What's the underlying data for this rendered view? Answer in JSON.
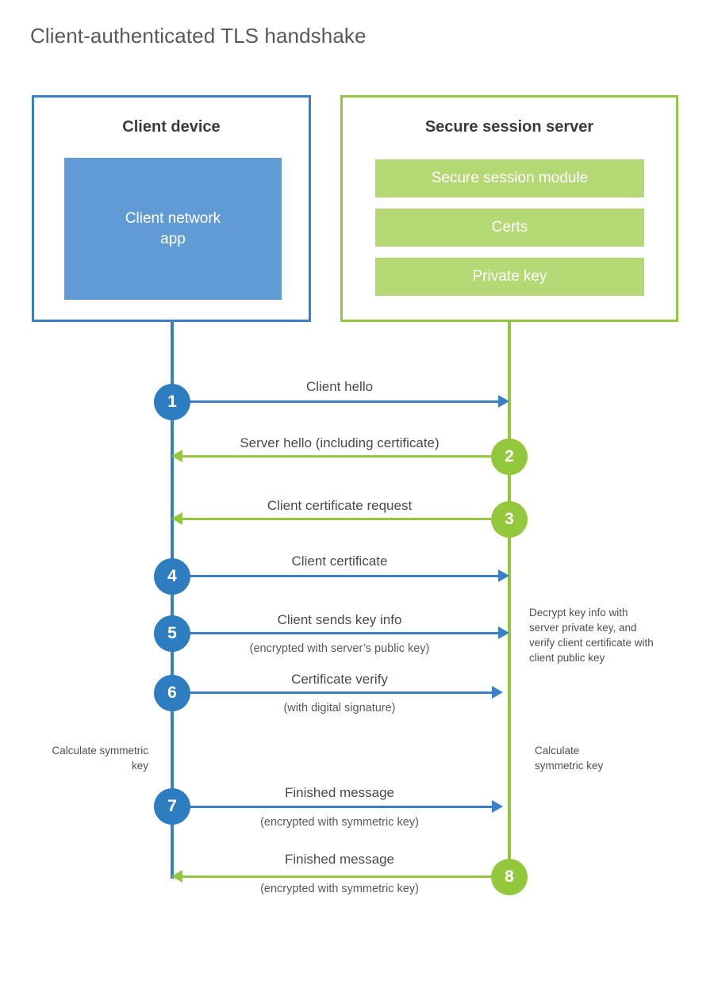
{
  "title": "Client-authenticated TLS handshake",
  "colors": {
    "client_blue": "#3b7fc4",
    "client_circle_blue": "#2e7dc0",
    "client_app_fill": "#619bd5",
    "server_green": "#93c83d",
    "server_block_fill": "#b4d873",
    "text_gray": "#4a4a4a",
    "title_gray": "#595959"
  },
  "client": {
    "title": "Client device",
    "app_label": "Client network\napp"
  },
  "server": {
    "title": "Secure session server",
    "blocks": [
      {
        "label": "Secure session module"
      },
      {
        "label": "Certs"
      },
      {
        "label": "Private key"
      }
    ]
  },
  "steps": [
    {
      "number": "1",
      "side": "client",
      "direction": "to-server",
      "label": "Client hello",
      "sublabel": ""
    },
    {
      "number": "2",
      "side": "server",
      "direction": "to-client",
      "label": "Server hello (including certificate)",
      "sublabel": ""
    },
    {
      "number": "3",
      "side": "server",
      "direction": "to-client",
      "label": "Client certificate request",
      "sublabel": ""
    },
    {
      "number": "4",
      "side": "client",
      "direction": "to-server",
      "label": "Client certificate",
      "sublabel": ""
    },
    {
      "number": "5",
      "side": "client",
      "direction": "to-server",
      "label": "Client sends key info",
      "sublabel": "(encrypted with server’s public key)"
    },
    {
      "number": "6",
      "side": "client",
      "direction": "to-server",
      "label": "Certificate verify",
      "sublabel": "(with digital signature)"
    },
    {
      "number": "7",
      "side": "client",
      "direction": "to-server",
      "label": "Finished message",
      "sublabel": "(encrypted with symmetric key)"
    },
    {
      "number": "8",
      "side": "server",
      "direction": "to-client",
      "label": "Finished message",
      "sublabel": "(encrypted with symmetric key)"
    }
  ],
  "annotations": {
    "server_decrypt": "Decrypt key info with server private key, and verify client certificate with client public key",
    "client_calculate": "Calculate symmetric key",
    "server_calculate": "Calculate symmetric key"
  }
}
